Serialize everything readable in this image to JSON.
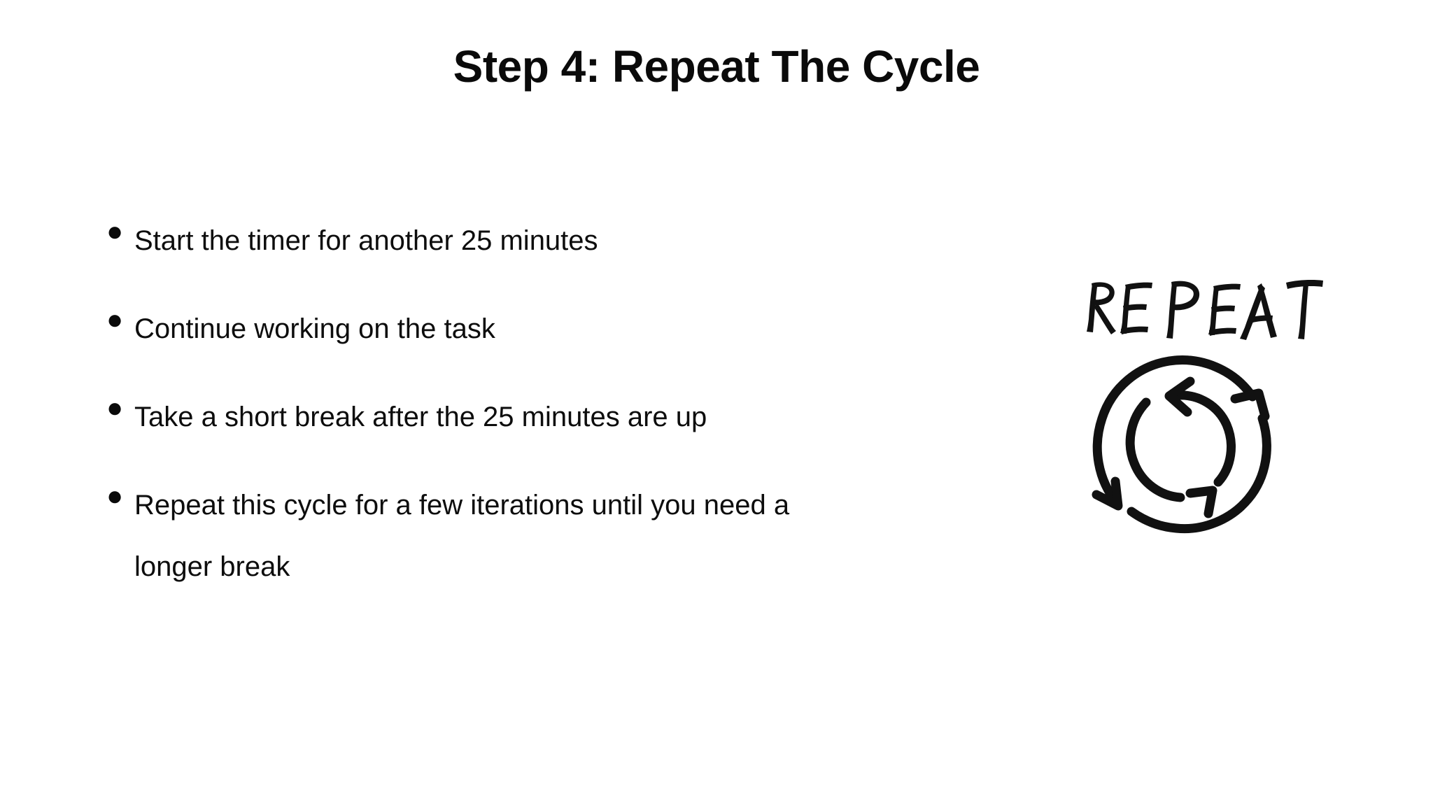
{
  "slide": {
    "background_color": "#ffffff",
    "text_color": "#0d0d0d",
    "title": "Step 4: Repeat The Cycle"
  },
  "bullets": {
    "marker_glyph": "●",
    "items": [
      {
        "text": "Start the timer for another 25 minutes"
      },
      {
        "text": "Continue working on the task"
      },
      {
        "text": "Take a short break after the 25 minutes are up"
      },
      {
        "text": "Repeat this cycle for a few iterations until you need a longer break"
      }
    ]
  },
  "illustration": {
    "name": "repeat-cycle-sketch",
    "caption": "REPEAT",
    "stroke_color": "#111111",
    "description": "hand-drawn double circular arrows"
  }
}
